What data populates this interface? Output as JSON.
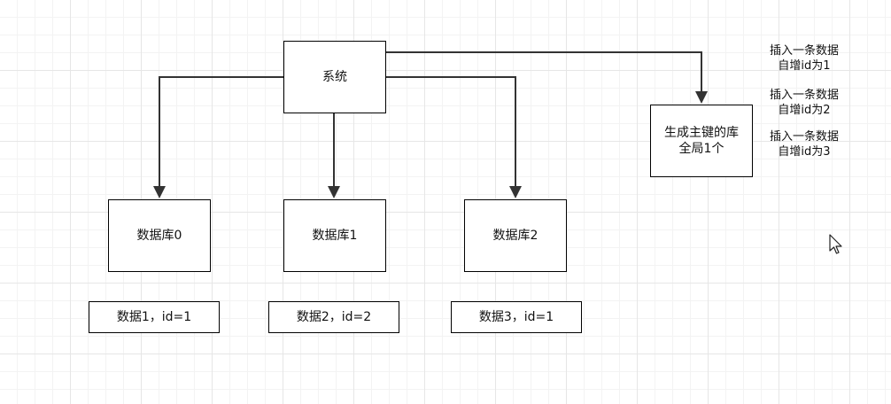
{
  "nodes": {
    "system": "系统",
    "key_db": [
      "生成主键的库",
      "全局1个"
    ],
    "db0": "数据库0",
    "db1": "数据库1",
    "db2": "数据库2"
  },
  "records": {
    "r0": "数据1，id=1",
    "r1": "数据2，id=2",
    "r2": "数据3，id=1"
  },
  "notes": [
    [
      "插入一条数据",
      "自增id为1"
    ],
    [
      "插入一条数据",
      "自增id为2"
    ],
    [
      "插入一条数据",
      "自增id为3"
    ]
  ],
  "colors": {
    "line": "#333333",
    "border": "#000000",
    "grid": "#e6e6e6"
  },
  "icons": {
    "cursor": "mouse-pointer-icon"
  }
}
